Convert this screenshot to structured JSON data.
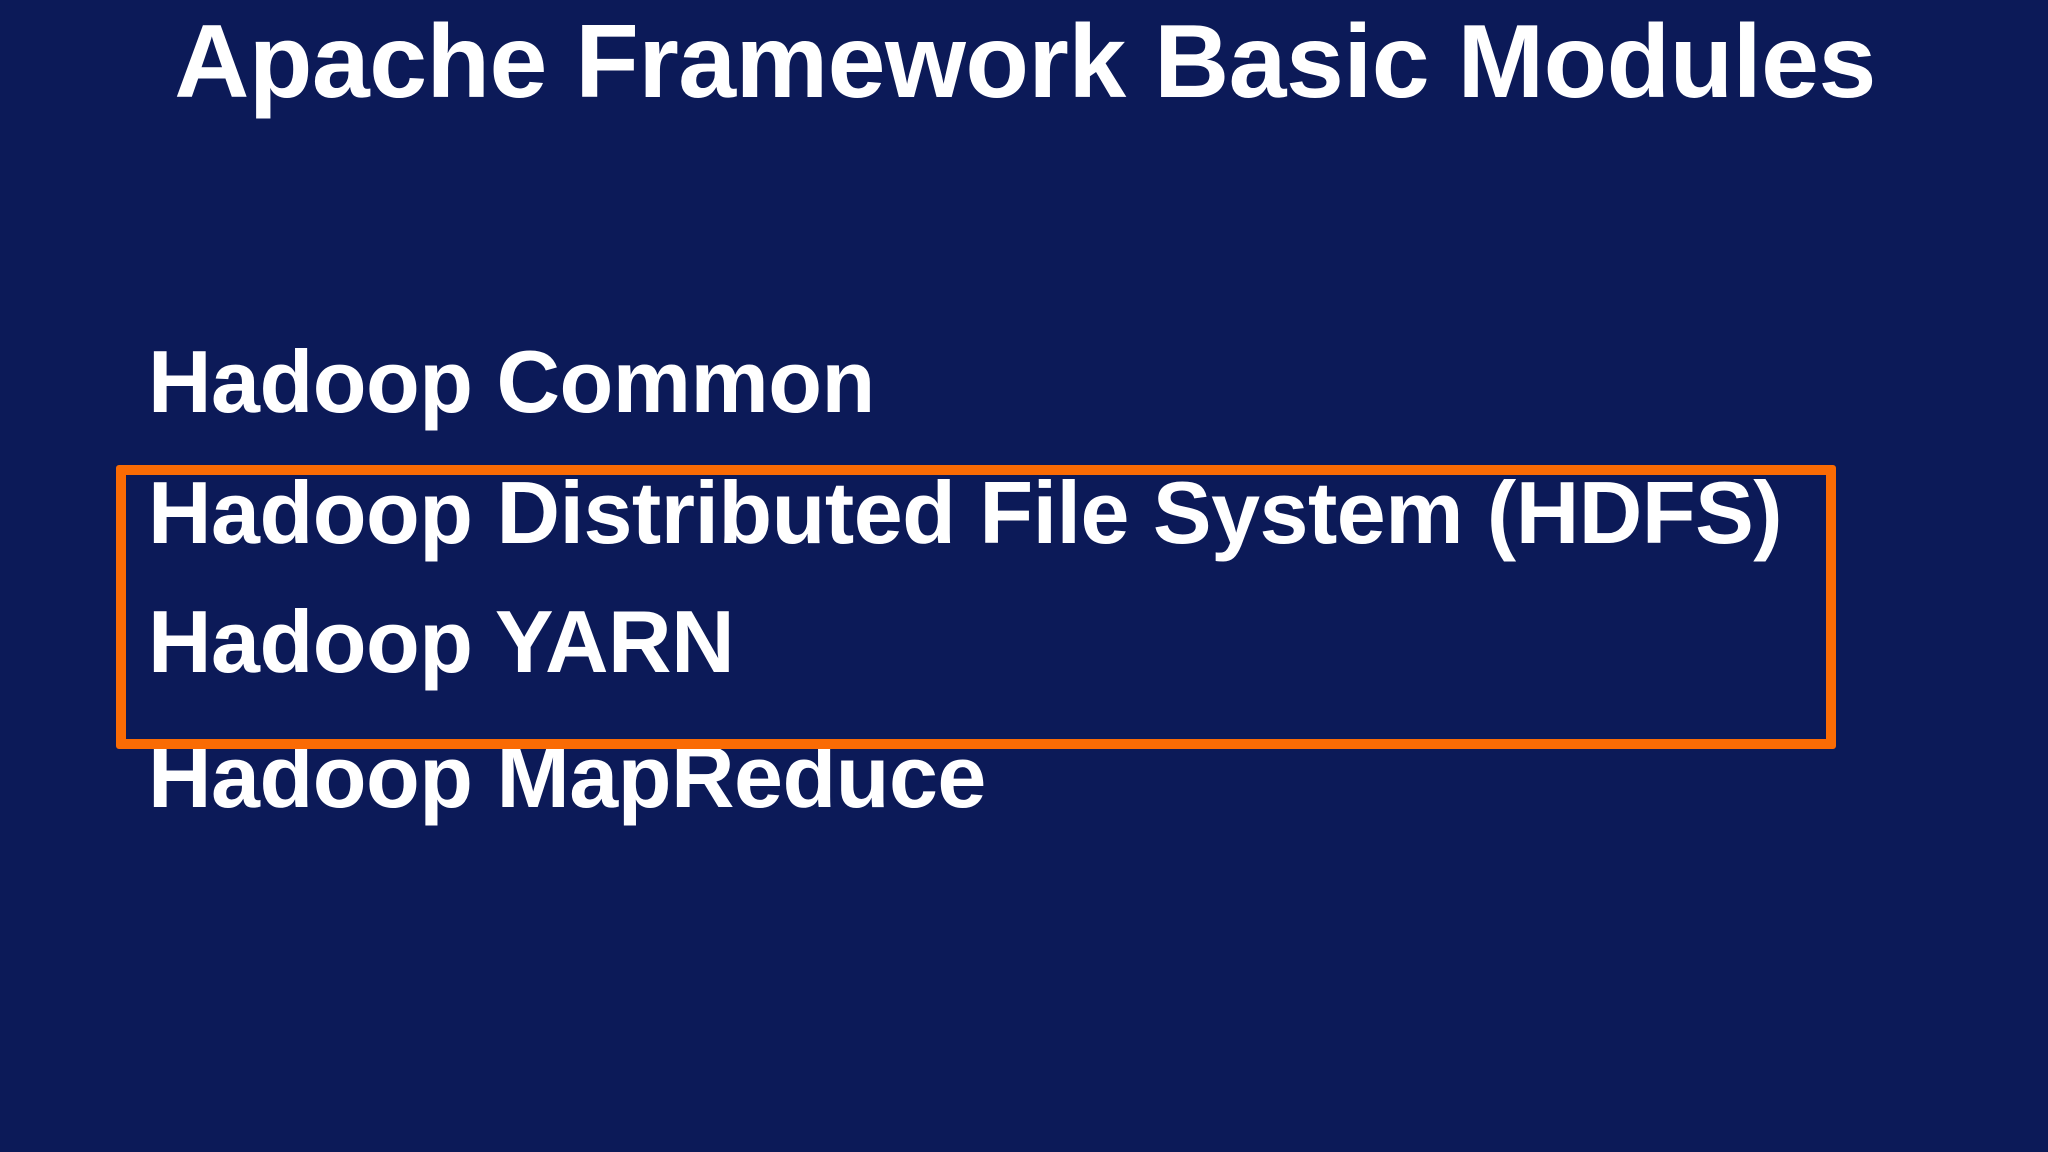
{
  "slide": {
    "background_color": "#0c1a58",
    "text_color": "#ffffff",
    "highlight_color": "#fa6b04",
    "title": "Apache Framework Basic Modules",
    "modules": [
      {
        "label": "Hadoop Common",
        "highlighted": false
      },
      {
        "label": "Hadoop Distributed File System (HDFS)",
        "highlighted": true
      },
      {
        "label": "Hadoop YARN",
        "highlighted": false
      },
      {
        "label": "Hadoop MapReduce",
        "highlighted": false
      }
    ]
  }
}
